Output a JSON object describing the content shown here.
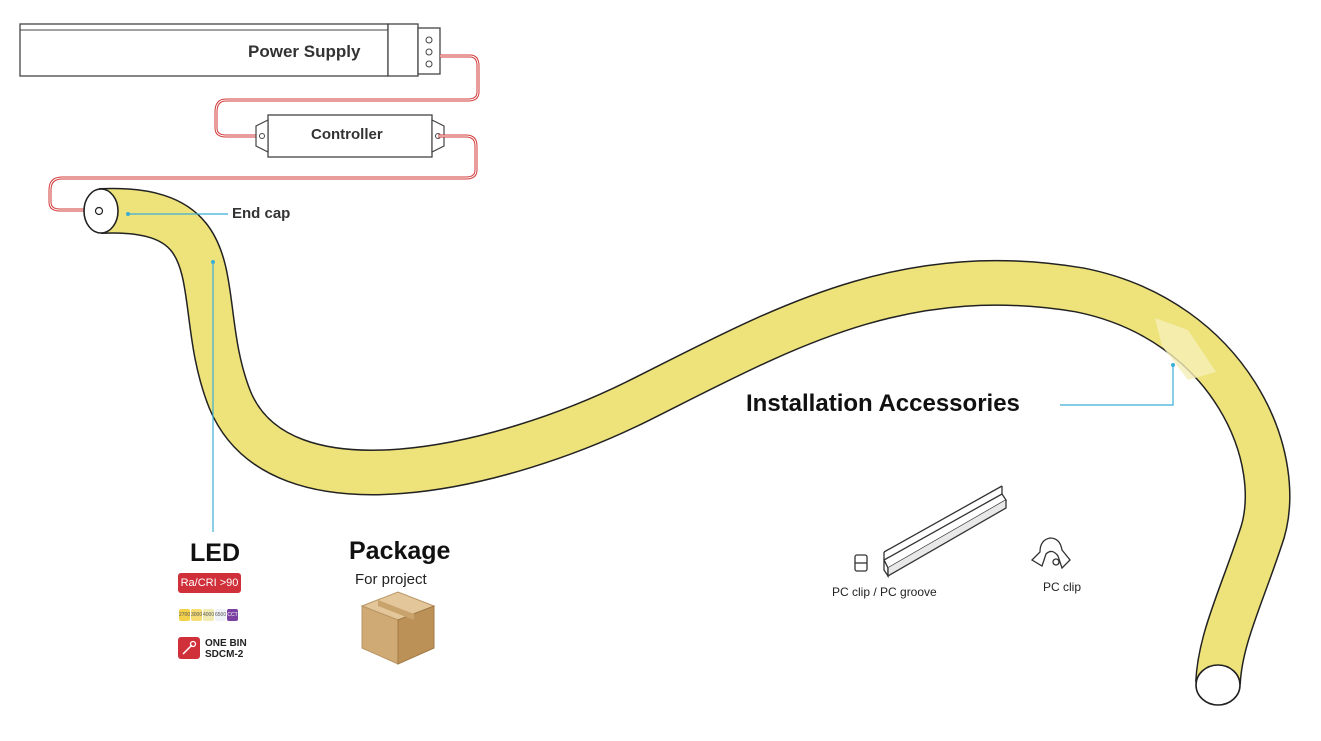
{
  "labels": {
    "power_supply": "Power Supply",
    "controller": "Controller",
    "end_cap": "End cap",
    "installation_accessories": "Installation Accessories",
    "led": "LED",
    "package": "Package",
    "package_sub": "For project",
    "cri_badge": "Ra/CRI >90",
    "one_bin_line1": "ONE BIN",
    "one_bin_line2": "SDCM-2",
    "pc_clip_groove": "PC clip / PC groove",
    "pc_clip": "PC clip"
  },
  "cct_chips": [
    {
      "text": "2700",
      "color": "#f3d24a"
    },
    {
      "text": "3000",
      "color": "#f6dc72"
    },
    {
      "text": "4000",
      "color": "#f1eab0"
    },
    {
      "text": "6500",
      "color": "#eef1f6"
    },
    {
      "text": "CCT",
      "color": "#7a3fa0"
    }
  ],
  "colors": {
    "strip_fill": "#eee37a",
    "strip_outline": "#222222",
    "wire_red": "#d23a3a",
    "leader_cyan": "#3aaed6",
    "badge_red": "#d0303a",
    "box_tan": "#d6b585"
  }
}
